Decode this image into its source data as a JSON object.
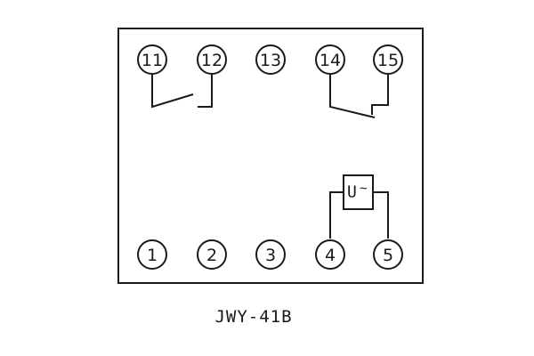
{
  "diagram": {
    "model": "JWY-41B",
    "coil": {
      "symbol": "U",
      "ac_mark": "~"
    },
    "terminals_top": [
      "11",
      "12",
      "13",
      "14",
      "15"
    ],
    "terminals_bottom": [
      "1",
      "2",
      "3",
      "4",
      "5"
    ]
  }
}
